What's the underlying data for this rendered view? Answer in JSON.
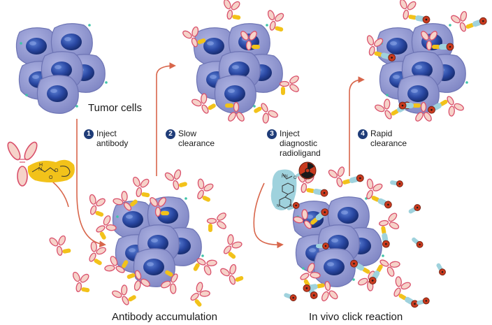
{
  "labels": {
    "tumor_cells": "Tumor cells",
    "antibody_accumulation": "Antibody accumulation",
    "click_reaction": "In vivo click reaction"
  },
  "steps": [
    {
      "num": "1",
      "text": "Inject\nantibody"
    },
    {
      "num": "2",
      "text": "Slow\nclearance"
    },
    {
      "num": "3",
      "text": "Inject\ndiagnostic\nradioligand"
    },
    {
      "num": "4",
      "text": "Rapid\nclearance"
    }
  ],
  "chem": {
    "tco_nh": "H",
    "tco_n": "N",
    "tco_o": "O",
    "tetrazine_n": "N",
    "radio_nh": "HN",
    "radio_o": "O"
  },
  "colors": {
    "cell_body": "#8e95cf",
    "cell_edge": "#6d74b4",
    "nucleus": "#23409a",
    "arrow": "#d8664b",
    "antibody_outline": "#d9506b",
    "antibody_fill": "#f6d2c9",
    "tco_yellow": "#f2c21a",
    "radioligand": "#9fd2dd",
    "step_badge": "#1f3c78",
    "radioactive": "#c83a1e"
  },
  "icons": [
    "antibody-icon",
    "tco-tag-icon",
    "tetrazine-radioligand-icon",
    "radioactive-icon"
  ]
}
